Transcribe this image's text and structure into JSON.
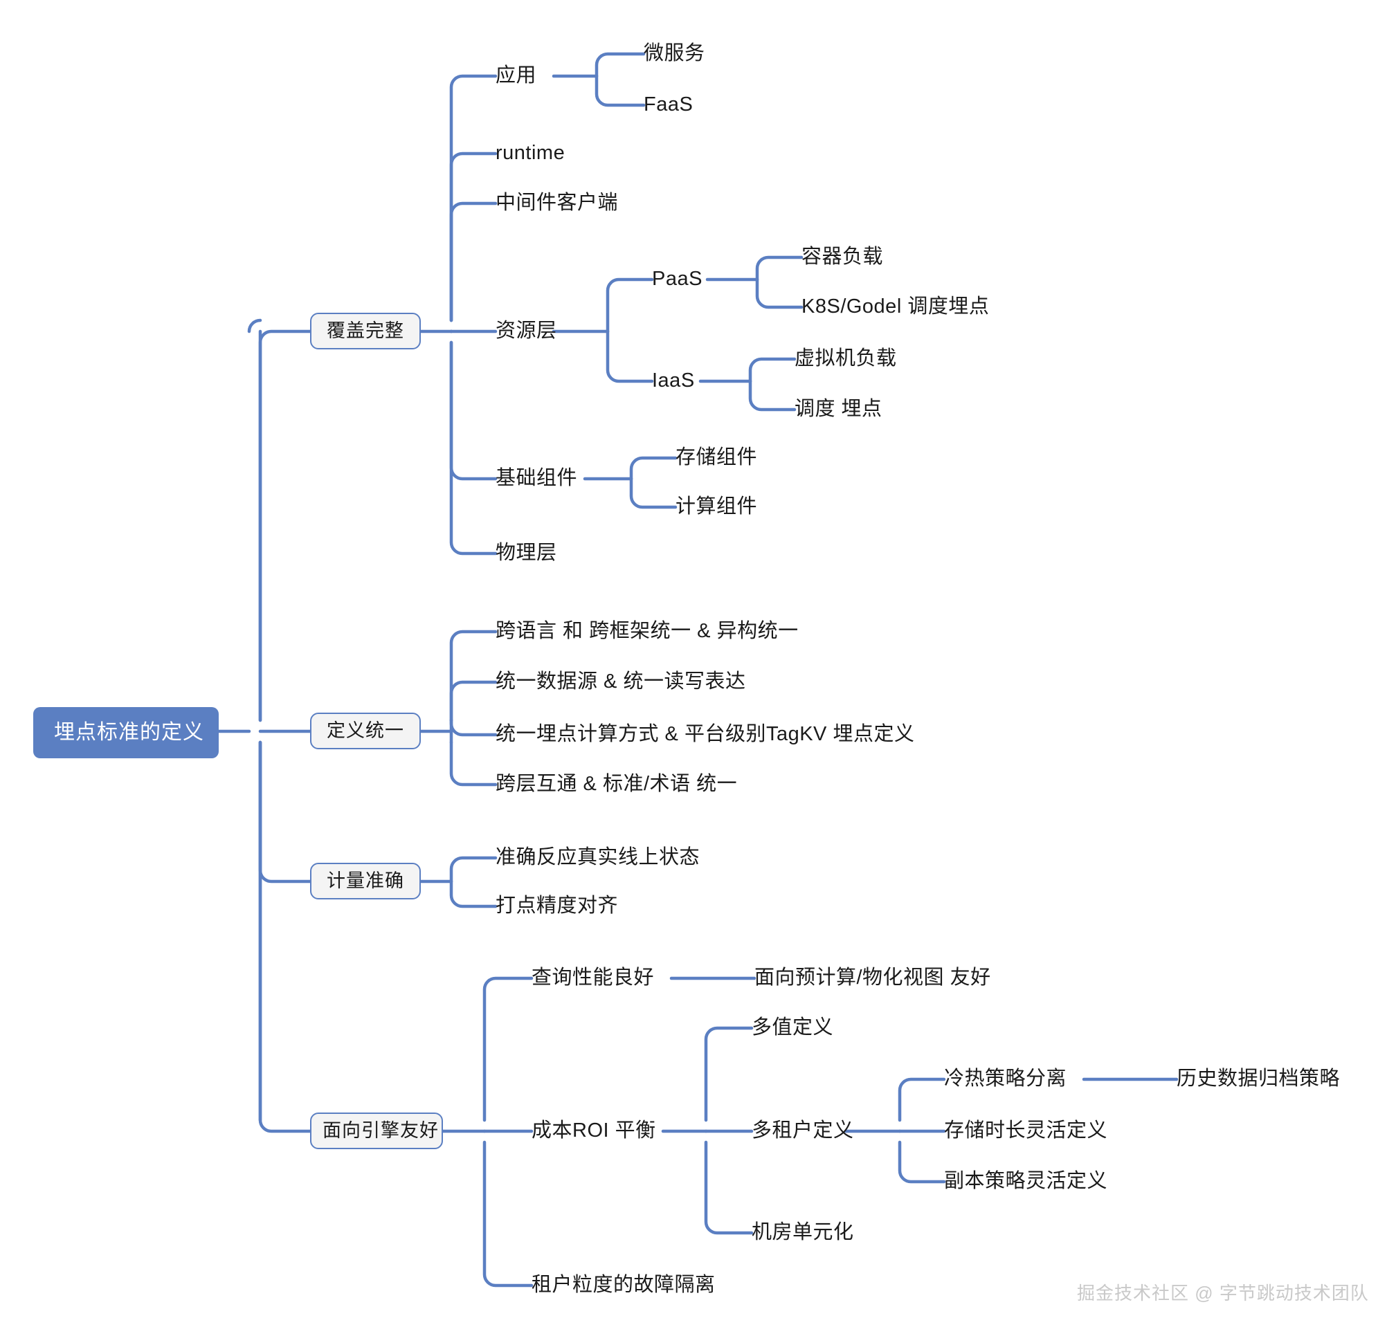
{
  "diagram": {
    "type": "mindmap",
    "title": "埋点标准的定义",
    "root": {
      "label": "埋点标准的定义"
    },
    "branches": [
      {
        "label": "覆盖完整",
        "children": [
          {
            "label": "应用",
            "children": [
              {
                "label": "微服务"
              },
              {
                "label": "FaaS"
              }
            ]
          },
          {
            "label": "runtime"
          },
          {
            "label": "中间件客户端"
          },
          {
            "label": "资源层",
            "children": [
              {
                "label": "PaaS",
                "children": [
                  {
                    "label": "容器负载"
                  },
                  {
                    "label": "K8S/Godel 调度埋点"
                  }
                ]
              },
              {
                "label": "IaaS",
                "children": [
                  {
                    "label": "虚拟机负载"
                  },
                  {
                    "label": "调度 埋点"
                  }
                ]
              }
            ]
          },
          {
            "label": "基础组件",
            "children": [
              {
                "label": "存储组件"
              },
              {
                "label": "计算组件"
              }
            ]
          },
          {
            "label": "物理层"
          }
        ]
      },
      {
        "label": "定义统一",
        "children": [
          {
            "label": "跨语言 和 跨框架统一 & 异构统一"
          },
          {
            "label": "统一数据源 & 统一读写表达"
          },
          {
            "label": "统一埋点计算方式 & 平台级别TagKV 埋点定义"
          },
          {
            "label": "跨层互通 & 标准/术语 统一"
          }
        ]
      },
      {
        "label": "计量准确",
        "children": [
          {
            "label": "准确反应真实线上状态"
          },
          {
            "label": "打点精度对齐"
          }
        ]
      },
      {
        "label": "面向引擎友好",
        "children": [
          {
            "label": "查询性能良好",
            "children": [
              {
                "label": "面向预计算/物化视图 友好"
              }
            ]
          },
          {
            "label": "成本ROI 平衡",
            "children": [
              {
                "label": "多值定义"
              },
              {
                "label": "多租户定义",
                "children": [
                  {
                    "label": "冷热策略分离",
                    "children": [
                      {
                        "label": "历史数据归档策略"
                      }
                    ]
                  },
                  {
                    "label": "存储时长灵活定义"
                  },
                  {
                    "label": "副本策略灵活定义"
                  }
                ]
              },
              {
                "label": "机房单元化"
              }
            ]
          },
          {
            "label": "租户粒度的故障隔离"
          }
        ]
      }
    ]
  },
  "watermark": {
    "text": "掘金技术社区 @ 字节跳动技术团队"
  },
  "colors": {
    "connector": "#5b7fc2",
    "root_fill": "#5b7fc2",
    "root_text": "#ffffff",
    "node_border": "#5b7fc2",
    "node_fill": "#f4f4f4",
    "text": "#1a1a1a",
    "watermark": "#c9c9c9",
    "background": "#ffffff"
  }
}
